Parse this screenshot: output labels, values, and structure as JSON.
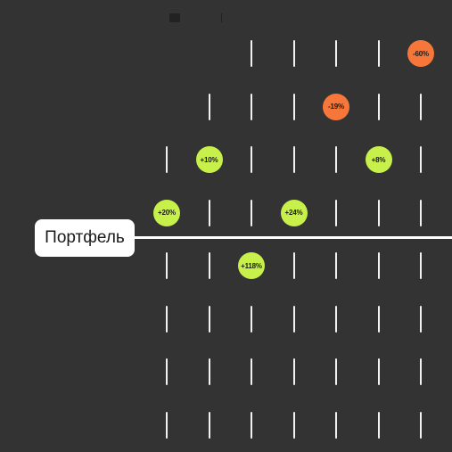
{
  "colors": {
    "background": "#333333",
    "positive": "#c8f04a",
    "negative": "#f7773a",
    "tick": "#f2f2f2"
  },
  "grid": {
    "rows": 8,
    "columns": 7,
    "row_start_columns": [
      2,
      1,
      0,
      0,
      0,
      0,
      0,
      0
    ]
  },
  "markers": [
    {
      "row": 0,
      "column": 6,
      "value": "-60%",
      "sign": "negative"
    },
    {
      "row": 1,
      "column": 4,
      "value": "-19%",
      "sign": "negative"
    },
    {
      "row": 2,
      "column": 1,
      "value": "+10%",
      "sign": "positive"
    },
    {
      "row": 2,
      "column": 5,
      "value": "+8%",
      "sign": "positive"
    },
    {
      "row": 3,
      "column": 0,
      "value": "+20%",
      "sign": "positive"
    },
    {
      "row": 3,
      "column": 3,
      "value": "+24%",
      "sign": "positive"
    },
    {
      "row": 4,
      "column": 2,
      "value": "+118%",
      "sign": "positive"
    }
  ],
  "portfolio_label": "Портфель"
}
